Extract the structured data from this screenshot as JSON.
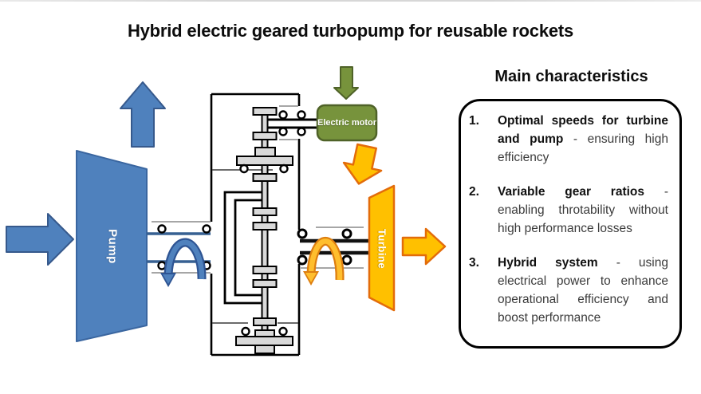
{
  "title": "Hybrid electric geared turbopump for reusable rockets",
  "diagram": {
    "pump_label": "Pump",
    "turbine_label": "Turbine",
    "motor_label": "Electric motor"
  },
  "panel": {
    "heading": "Main characteristics",
    "items": [
      {
        "number": "1.",
        "bold": "Optimal speeds for turbine and pump",
        "rest": " - ensuring high efficiency"
      },
      {
        "number": "2.",
        "bold": "Variable gear ratios",
        "rest": " - enabling throtability without high performance losses"
      },
      {
        "number": "3.",
        "bold": "Hybrid system",
        "rest": " - using electrical power to enhance operational efficiency and boost performance"
      }
    ]
  },
  "colors": {
    "pump_blue": "#4F81BD",
    "blue_border": "#2F5597",
    "shaft_blue": "#376092",
    "orange_fill": "#FFC000",
    "orange_border": "#E36C0A",
    "motor_green": "#77933C",
    "green_border": "#4F6228",
    "gear_gray": "#D9D9D9"
  }
}
